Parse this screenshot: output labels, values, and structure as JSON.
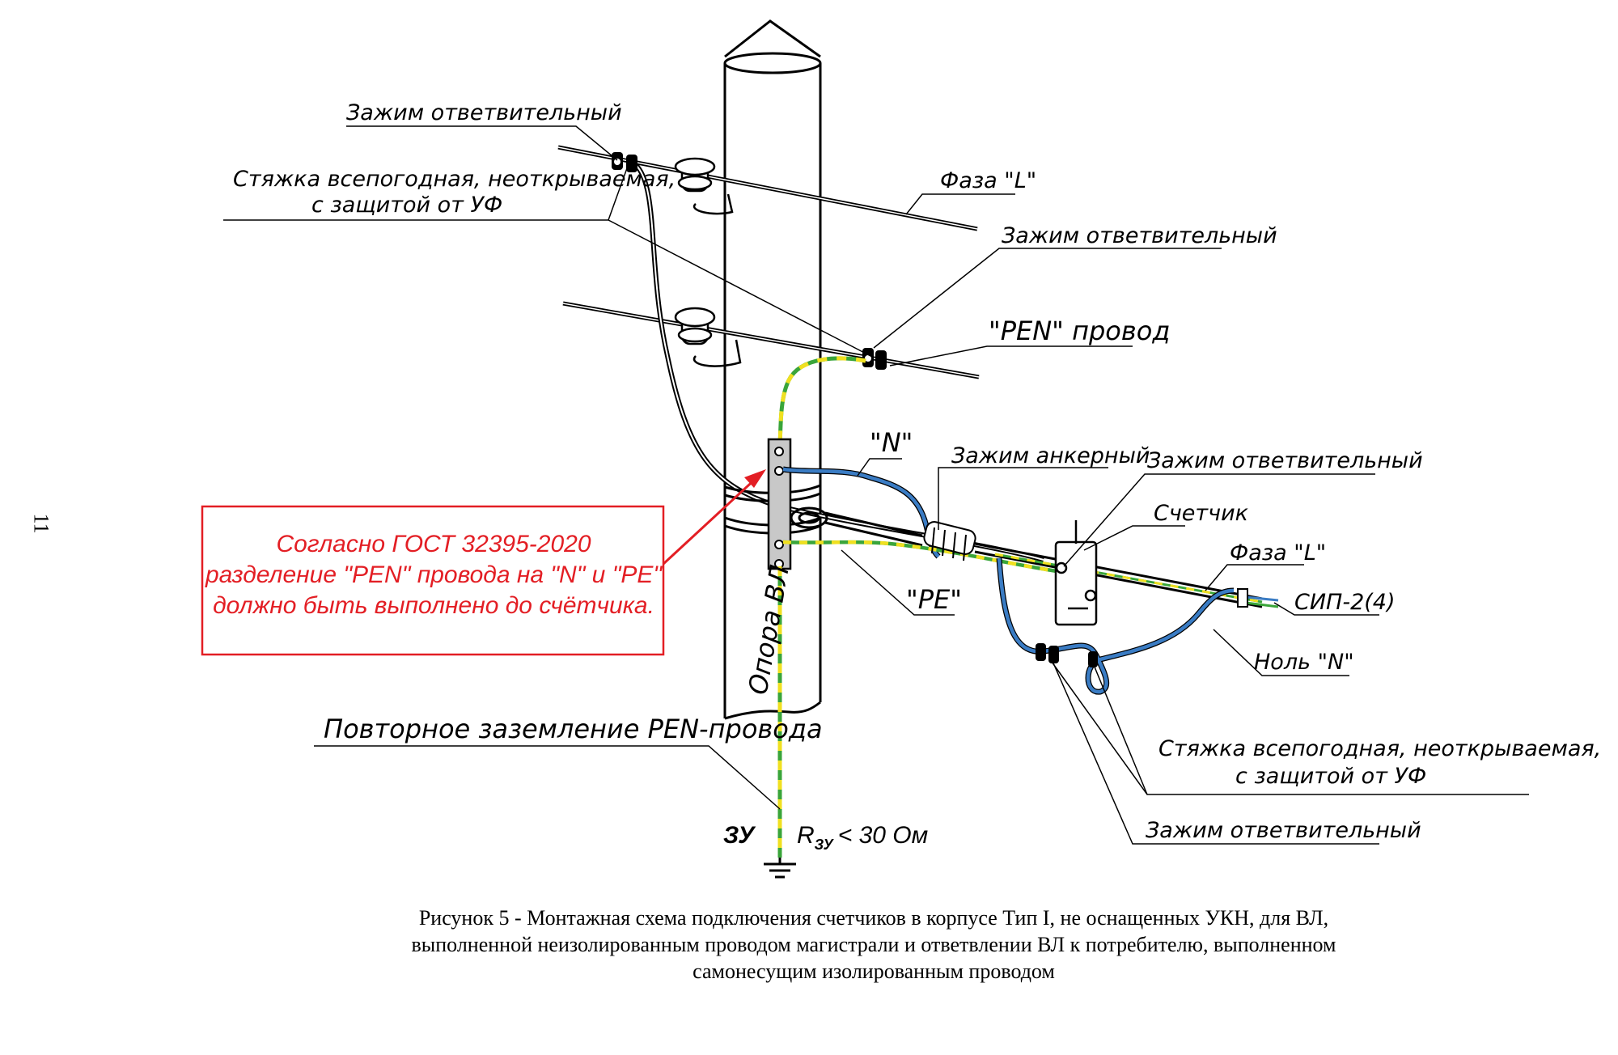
{
  "page_number": "11",
  "labels": {
    "clamp_top_left": "Зажим ответвительный",
    "tie_top_left_line1": "Стяжка всепогодная, неоткрываемая,",
    "tie_top_left_line2": "с защитой от УФ",
    "phase_l_top": "Фаза \"L\"",
    "clamp_top_right": "Зажим ответвительный",
    "pen_wire": "\"PEN\" провод",
    "n_label": "\"N\"",
    "anchor_clamp": "Зажим анкерный",
    "clamp_meter": "Зажим ответвительный",
    "meter": "Счетчик",
    "phase_l_right": "Фаза \"L\"",
    "sip": "СИП-2(4)",
    "neutral_n": "Ноль \"N\"",
    "pe_label": "\"PE\"",
    "pole": "Опора ВЛ",
    "tie_bottom_line1": "Стяжка всепогодная, неоткрываемая,",
    "tie_bottom_line2": "с защитой от УФ",
    "clamp_bottom": "Зажим ответвительный",
    "regrounding": "Повторное заземление PEN-провода",
    "zu": "ЗУ",
    "resistance_r": "R",
    "resistance_sub": "ЗУ",
    "resistance_value": "< 30 Ом"
  },
  "note": {
    "line1": "Согласно ГОСТ 32395-2020",
    "line2": "разделение \"PEN\" провода на \"N\" и \"PE\"",
    "line3": "должно быть выполнено до счётчика."
  },
  "caption": {
    "line1": "Рисунок 5 - Монтажная схема подключения счетчиков в корпусе Тип I, не оснащенных УКН, для ВЛ,",
    "line2": "выполненной неизолированным проводом магистрали и ответвлении ВЛ к потребителю, выполненном",
    "line3": "самонесущим изолированным проводом"
  },
  "colors": {
    "note": "#e31e24",
    "wire_n": "#3a7cc4",
    "ground_green": "#3aa53a",
    "ground_yellow": "#f0e020",
    "line": "#000000"
  }
}
